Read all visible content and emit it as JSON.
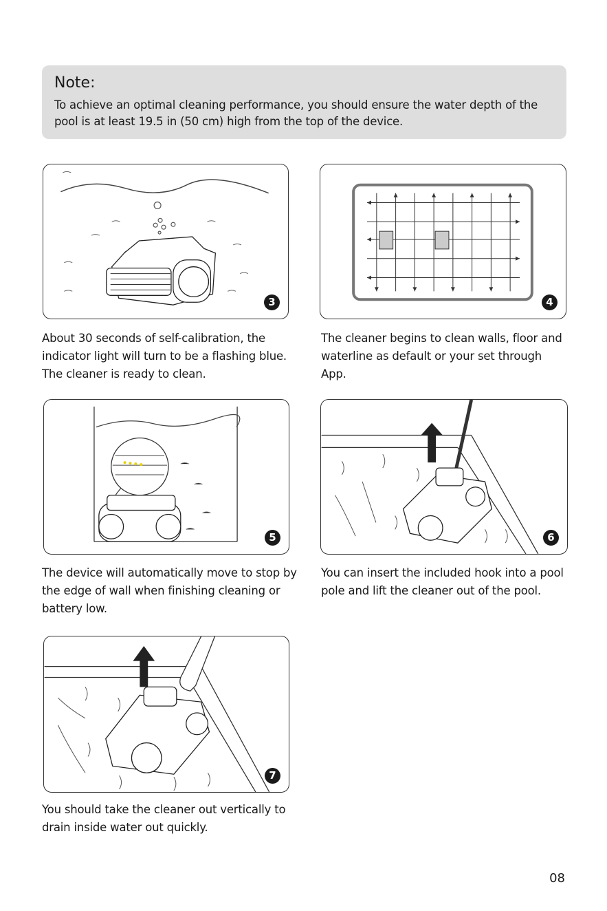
{
  "note": {
    "title": "Note:",
    "body": "To achieve an optimal cleaning performance, you should ensure the water depth of the pool is at least 19.5 in (50 cm) high from the top of the device."
  },
  "steps": [
    {
      "number": "3",
      "caption": "About 30 seconds  of self-calibration, the indicator light will turn to be a flashing blue. The cleaner is ready to clean."
    },
    {
      "number": "4",
      "caption": "The cleaner begins to clean walls, floor and waterline as default or your set through App."
    },
    {
      "number": "5",
      "caption": "The device will automatically move to stop by the edge of wall when finishing cleaning or battery low."
    },
    {
      "number": "6",
      "caption": "You can insert the included hook into a pool pole and lift the cleaner out of the pool."
    },
    {
      "number": "7",
      "caption": "You should take the cleaner out vertically to drain inside water out quickly."
    }
  ],
  "page_number": "08"
}
